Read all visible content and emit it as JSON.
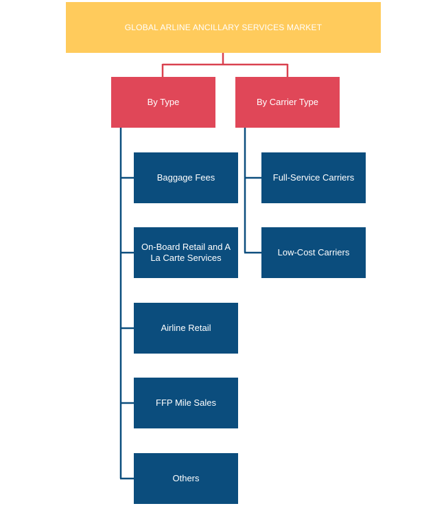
{
  "colors": {
    "root_fill": "#FFCB5C",
    "category_fill": "#E04758",
    "leaf_fill": "#0B4D7D",
    "red_connector": "#D9414F",
    "blue_connector": "#0B4D7D"
  },
  "root": {
    "label": "GLOBAL ARLINE ANCILLARY SERVICES MARKET"
  },
  "by_type": {
    "label": "By Type",
    "items": [
      {
        "label": "Baggage Fees"
      },
      {
        "label": "On-Board Retail and A La Carte Services"
      },
      {
        "label": "Airline Retail"
      },
      {
        "label": "FFP Mile Sales"
      },
      {
        "label": "Others"
      }
    ]
  },
  "by_carrier_type": {
    "label": "By Carrier Type",
    "items": [
      {
        "label": "Full-Service Carriers"
      },
      {
        "label": "Low-Cost Carriers"
      }
    ]
  }
}
